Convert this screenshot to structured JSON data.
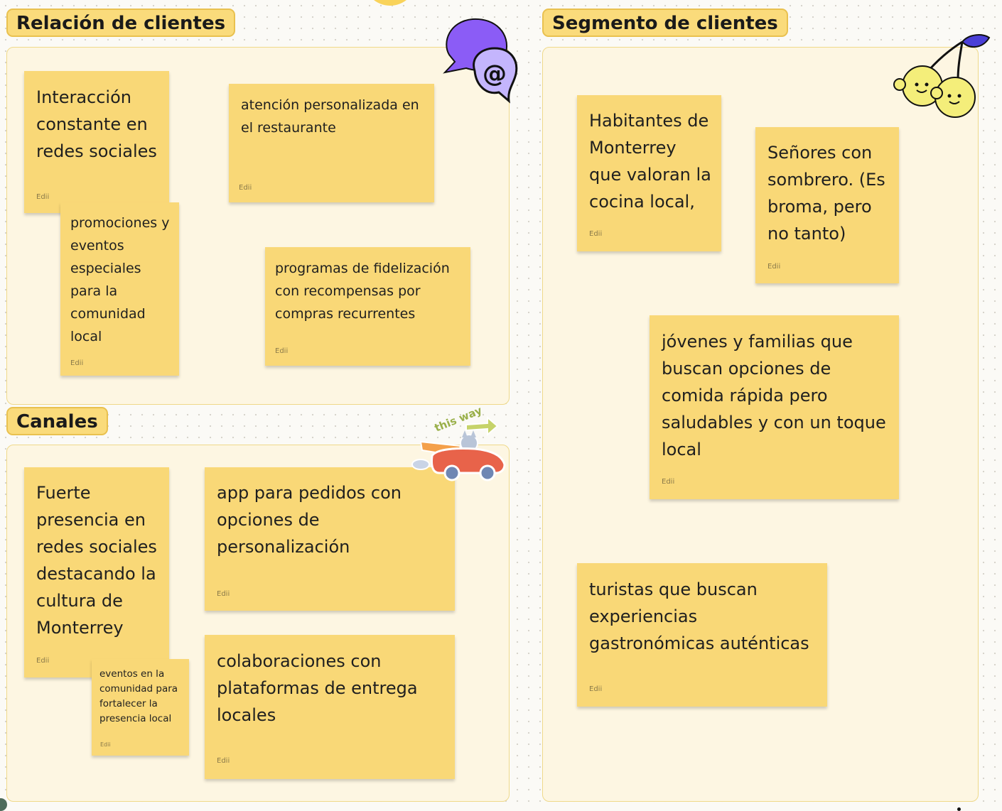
{
  "sections": {
    "relacion": {
      "title": "Relación de clientes"
    },
    "segmento": {
      "title": "Segmento de clientes"
    },
    "canales": {
      "title": "Canales"
    }
  },
  "notes": {
    "relacion": [
      {
        "text": "Interacción constante en redes sociales",
        "author": "Edii"
      },
      {
        "text": "atención personalizada en el restaurante",
        "author": "Edii"
      },
      {
        "text": "promociones y eventos especiales para la comunidad local",
        "author": "Edii"
      },
      {
        "text": "programas de fidelización con recompensas por compras recurrentes",
        "author": "Edii"
      }
    ],
    "segmento": [
      {
        "text": "Habitantes de Monterrey que valoran la cocina local,",
        "author": "Edii"
      },
      {
        "text": "Señores con sombrero. (Es broma, pero no tanto)",
        "author": "Edii"
      },
      {
        "text": "jóvenes y familias que buscan opciones de comida rápida pero saludables y con un toque local",
        "author": "Edii"
      },
      {
        "text": "turistas que buscan experiencias gastronómicas auténticas",
        "author": "Edii"
      }
    ],
    "canales": [
      {
        "text": "Fuerte presencia en redes sociales destacando la cultura de Monterrey",
        "author": "Edii"
      },
      {
        "text": "app para pedidos con opciones de personalización",
        "author": "Edii"
      },
      {
        "text": "eventos en la comunidad para fortalecer la presencia local",
        "author": "Edii"
      },
      {
        "text": "colaboraciones con plataformas de entrega locales",
        "author": "Edii"
      }
    ]
  },
  "stickers": {
    "chat": {
      "icon": "chat-bubbles-at-icon",
      "symbol": "@"
    },
    "cherries": {
      "icon": "smiling-cherries-icon"
    },
    "car": {
      "icon": "cat-driving-car-icon",
      "label": "this way"
    }
  },
  "colors": {
    "note": "#f9d877",
    "frame": "#fdf6e2",
    "title": "#fadb7b",
    "purple": "#8b5cf6",
    "cherry": "#f4ee7a"
  }
}
